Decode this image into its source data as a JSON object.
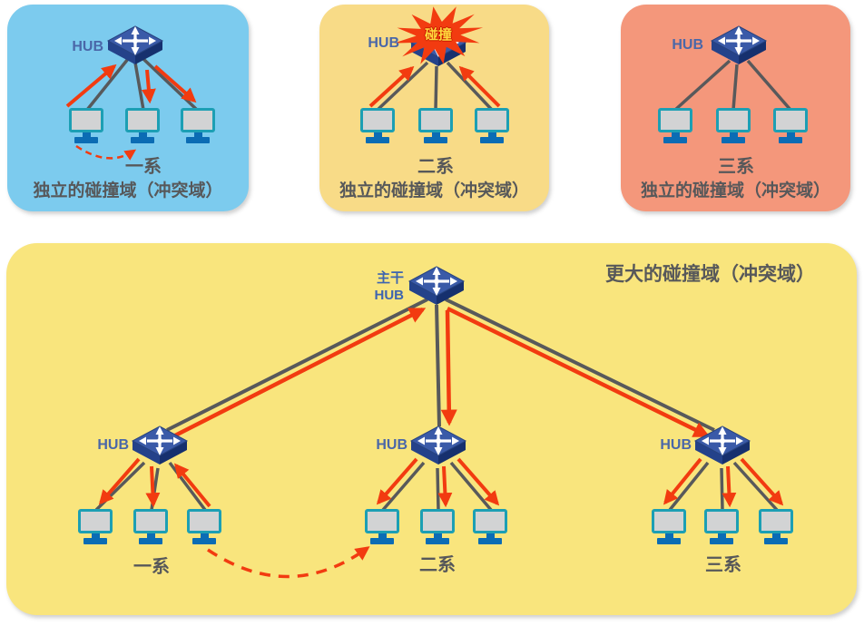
{
  "top_panels": [
    {
      "hub_label": "HUB",
      "group_label": "一系",
      "caption": "独立的碰撞域（冲突域）",
      "bg": "#7CCBEE"
    },
    {
      "hub_label": "HUB",
      "collision_label": "碰撞",
      "group_label": "二系",
      "caption": "独立的碰撞域（冲突域）",
      "bg": "#F8DB87"
    },
    {
      "hub_label": "HUB",
      "group_label": "三系",
      "caption": "独立的碰撞域（冲突域）",
      "bg": "#F4977B"
    }
  ],
  "bottom_panel": {
    "title": "更大的碰撞域（冲突域）",
    "trunk_label_line1": "主干",
    "trunk_label_line2": "HUB",
    "groups": [
      {
        "hub_label": "HUB",
        "group_label": "一系"
      },
      {
        "hub_label": "HUB",
        "group_label": "二系"
      },
      {
        "hub_label": "HUB",
        "group_label": "三系"
      }
    ],
    "bg": "#F9E57D"
  },
  "icons": {
    "hub": "hub-switch-icon",
    "computer": "desktop-computer-icon",
    "collision": "collision-burst-icon"
  },
  "colors": {
    "panel1_bg": "#7CCBEE",
    "panel2_bg": "#F8DB87",
    "panel3_bg": "#F4977B",
    "panel4_bg": "#F9E57D",
    "line_gray": "#58595B",
    "arrow_red": "#F23B10",
    "hub_face_blue": "#3A5AA8",
    "hub_side_blue": "#16306E",
    "hub_label_blue": "#4A67A8",
    "trunk_label_blue": "#3D64B0",
    "monitor_border_teal": "#1C9FB4",
    "monitor_screen_gray": "#D2D3D4",
    "monitor_stand_blue": "#0B6CB4",
    "caption_text": "#57585A",
    "burst_red": "#F23B10",
    "burst_text_yellow": "#FFD83C"
  }
}
